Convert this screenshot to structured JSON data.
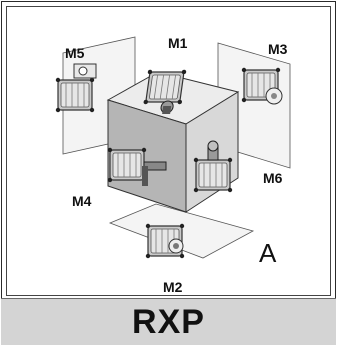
{
  "diagram": {
    "labels": {
      "m1": "M1",
      "m2": "M2",
      "m3": "M3",
      "m4": "M4",
      "m5": "M5",
      "m6": "M6",
      "corner": "A"
    },
    "footer_title": "RXP"
  }
}
